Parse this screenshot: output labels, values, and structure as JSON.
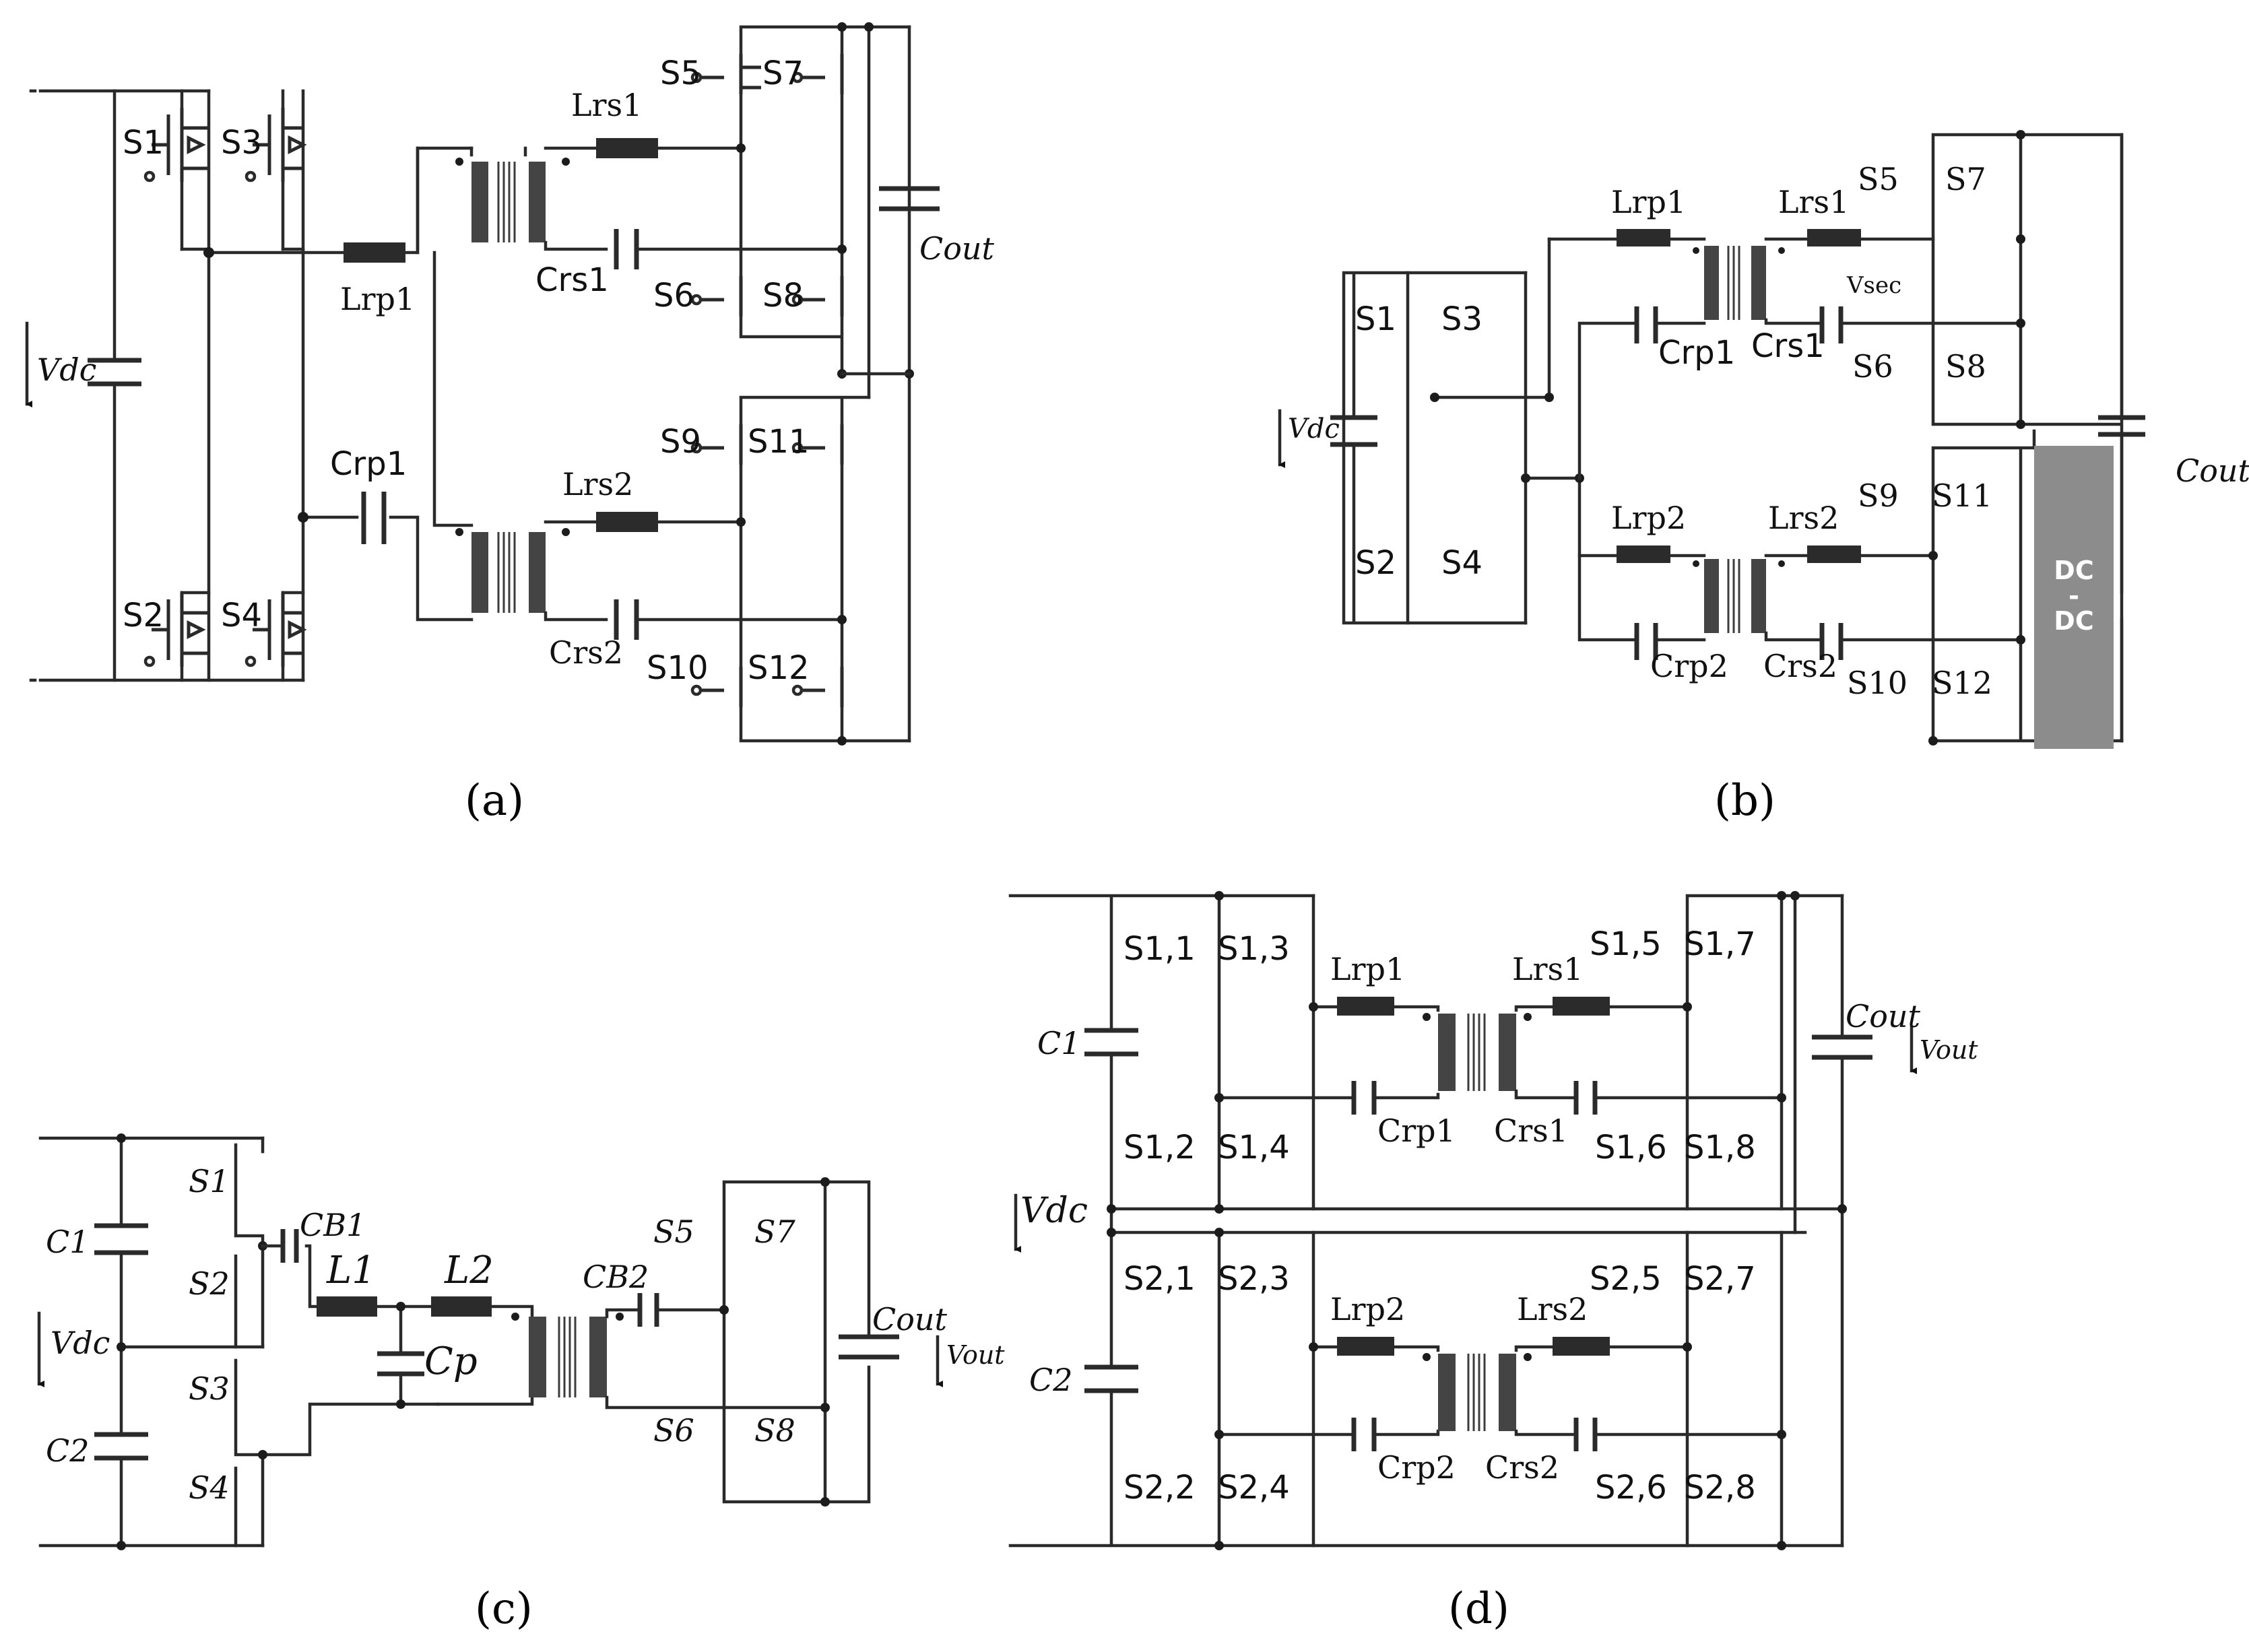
{
  "panels": [
    {
      "id": "a",
      "caption": "(a)",
      "caption_bold": "a",
      "labels": {
        "s1": "S1",
        "s3": "S3",
        "s2": "S2",
        "s4": "S4",
        "lrp1": "Lrp1",
        "crp1": "Crp1",
        "lrs1": "Lrs1",
        "crs1": "Crs1",
        "lrs2": "Lrs2",
        "crs2": "Crs2",
        "s5": "S5",
        "s7": "S7",
        "s6": "S6",
        "s8": "S8",
        "s9": "S9",
        "s11": "S11",
        "s10": "S10",
        "s12": "S12",
        "vdc": "Vdc",
        "cout": "Cout"
      }
    },
    {
      "id": "b",
      "caption": "(b)",
      "caption_bold": "b",
      "labels": {
        "s1": "S1",
        "s3": "S3",
        "s2": "S2",
        "s4": "S4",
        "lrp1": "Lrp1",
        "crp1": "Crp1",
        "lrs1": "Lrs1",
        "crs1": "Crs1",
        "vsec": "Vsec",
        "lrp2": "Lrp2",
        "crp2": "Crp2",
        "lrs2": "Lrs2",
        "crs2": "Crs2",
        "s5": "S5",
        "s7": "S7",
        "s6": "S6",
        "s8": "S8",
        "s9": "S9",
        "s11": "S11",
        "s10": "S10",
        "s12": "S12",
        "vdc": "Vdc",
        "cout": "Cout",
        "dc_top": "DC",
        "dc_mid": "-",
        "dc_bot": "DC"
      }
    },
    {
      "id": "c",
      "caption": "(c)",
      "caption_bold": "c",
      "labels": {
        "s1": "S1",
        "s2": "S2",
        "s3": "S3",
        "s4": "S4",
        "c1": "C1",
        "c2": "C2",
        "vdc": "Vdc",
        "cb1": "CB1",
        "l1": "L1",
        "l2": "L2",
        "cp": "Cp",
        "cb2": "CB2",
        "s5": "S5",
        "s7": "S7",
        "s6": "S6",
        "s8": "S8",
        "cout": "Cout",
        "vout": "Vout"
      }
    },
    {
      "id": "d",
      "caption": "(d)",
      "caption_bold": "d",
      "labels": {
        "s11": "S1,1",
        "s13": "S1,3",
        "s12": "S1,2",
        "s14": "S1,4",
        "s15": "S1,5",
        "s17": "S1,7",
        "s16": "S1,6",
        "s18": "S1,8",
        "s21": "S2,1",
        "s23": "S2,3",
        "s22": "S2,2",
        "s24": "S2,4",
        "s25": "S2,5",
        "s27": "S2,7",
        "s26": "S2,6",
        "s28": "S2,8",
        "lrp1": "Lrp1",
        "crp1": "Crp1",
        "lrs1": "Lrs1",
        "crs1": "Crs1",
        "lrp2": "Lrp2",
        "crp2": "Crp2",
        "lrs2": "Lrs2",
        "crs2": "Crs2",
        "c1": "C1",
        "c2": "C2",
        "vdc": "Vdc",
        "cout": "Cout",
        "vout": "Vout"
      }
    }
  ]
}
